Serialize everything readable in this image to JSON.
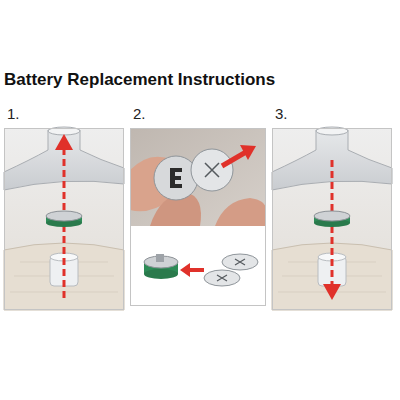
{
  "diagram": {
    "title": "Battery Replacement Instructions",
    "nodes": [
      {
        "text": [
          "1."
        ]
      },
      {
        "text": [
          "2."
        ]
      },
      {
        "text": [
          "3."
        ]
      }
    ]
  }
}
